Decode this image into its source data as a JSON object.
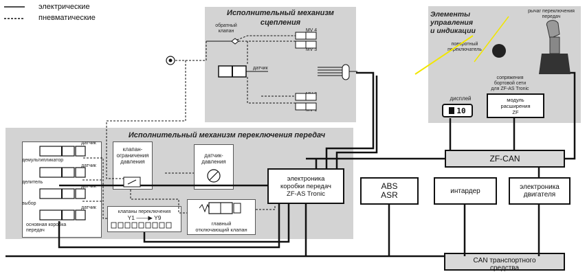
{
  "legend": {
    "electric": "электрические",
    "pneumatic": "пневматические"
  },
  "clutch": {
    "title_line1": "Исполнительный механизм",
    "title_line2": "сцепления",
    "check_valve_line1": "обратный",
    "check_valve_line2": "клапан",
    "sensor": "датчик",
    "mv4": "MV 4",
    "mv3": "MV 3",
    "mv2": "MV 2",
    "mv1": "MV 1"
  },
  "controls": {
    "title_line1": "Элементы",
    "title_line2": "управления",
    "title_line3": "и индикации",
    "lever_line1": "рычаг переключения",
    "lever_line2": "передач",
    "rotary_line1": "поворотный",
    "rotary_line2": "переключатель",
    "interface_line1": "сопряжения",
    "interface_line2": "бортовой сети",
    "interface_line3": "для ZF-AS Tronic",
    "display_label": "дисплей",
    "display_value": "10",
    "module_line1": "модуль",
    "module_line2": "расширения",
    "module_line3": "ZF"
  },
  "gearshift": {
    "title": "Исполнительный механизм переключения передач",
    "sensor": "датчик",
    "splitter": "демультипликатор",
    "divider": "делитель",
    "selector": "выбор",
    "main_box_line1": "основная коробка",
    "main_box_line2": "передач",
    "limiter_line1": "клапан-",
    "limiter_line2": "ограничения",
    "limiter_line3": "давления",
    "pressure_line1": "датчик-",
    "pressure_line2": "давления",
    "shift_valves": "клапаны переключения",
    "shift_range_from": "Y1",
    "shift_range_to": "Y9",
    "main_valve_line1": "главный",
    "main_valve_line2": "отключающий клапан"
  },
  "blocks": {
    "tcu_line1": "электроника",
    "tcu_line2": "коробки передач",
    "tcu_line3": "ZF-AS Tronic",
    "abs_line1": "ABS",
    "abs_line2": "ASR",
    "retarder": "интардер",
    "engine_line1": "электроника",
    "engine_line2": "двигателя",
    "zfcan": "ZF-CAN",
    "vehicle_can_line1": "CAN транспортного",
    "vehicle_can_line2": "средства"
  }
}
